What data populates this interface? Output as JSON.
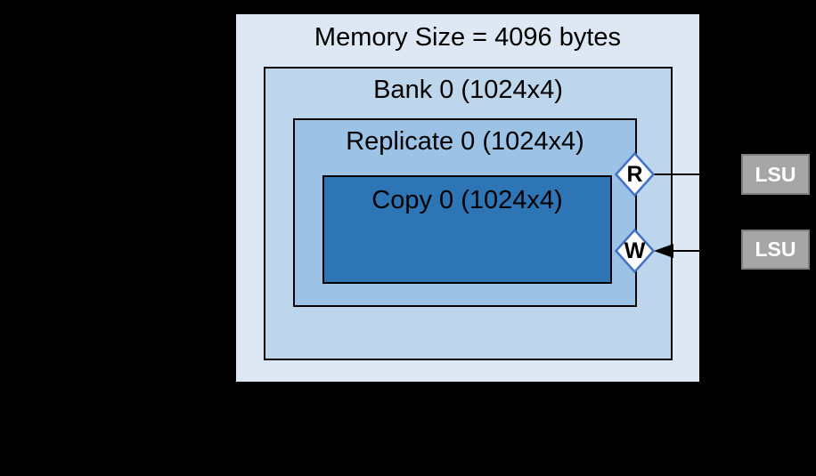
{
  "memory": {
    "label": "Memory Size = 4096 bytes"
  },
  "bank": {
    "label": "Bank 0 (1024x4)"
  },
  "replicate": {
    "label": "Replicate 0 (1024x4)"
  },
  "copy": {
    "label": "Copy 0 (1024x4)"
  },
  "ports": {
    "read": {
      "label": "R"
    },
    "write": {
      "label": "W"
    }
  },
  "lsu": {
    "read_unit": {
      "label": "LSU"
    },
    "write_unit": {
      "label": "LSU"
    }
  },
  "colors": {
    "canvas_background": "#000000",
    "memory_fill": "#dde8f4",
    "bank_fill": "#bdd6ec",
    "replicate_fill": "#9cc2e5",
    "copy_fill": "#2e75b6",
    "box_border": "#000000",
    "port_fill": "#ffffff",
    "port_border": "#4472c4",
    "lsu_fill": "#a6a6a6",
    "lsu_border": "#7f7f7f",
    "connection_line": "#000000"
  }
}
